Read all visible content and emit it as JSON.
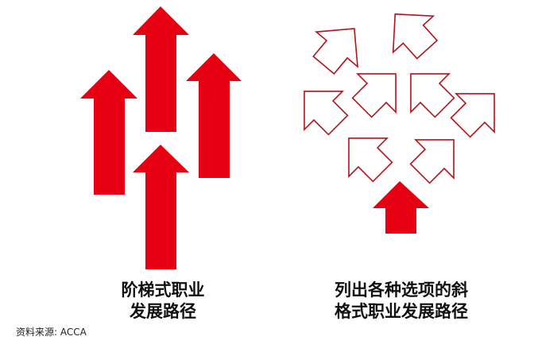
{
  "colors": {
    "accent": "#e60012",
    "outline": "#b5121b"
  },
  "left": {
    "caption_line1": "阶梯式职业",
    "caption_line2": "发展路径"
  },
  "right": {
    "caption_line1": "列出各种选项的斜",
    "caption_line2": "格式职业发展路径"
  },
  "source": "资料来源: ACCA"
}
